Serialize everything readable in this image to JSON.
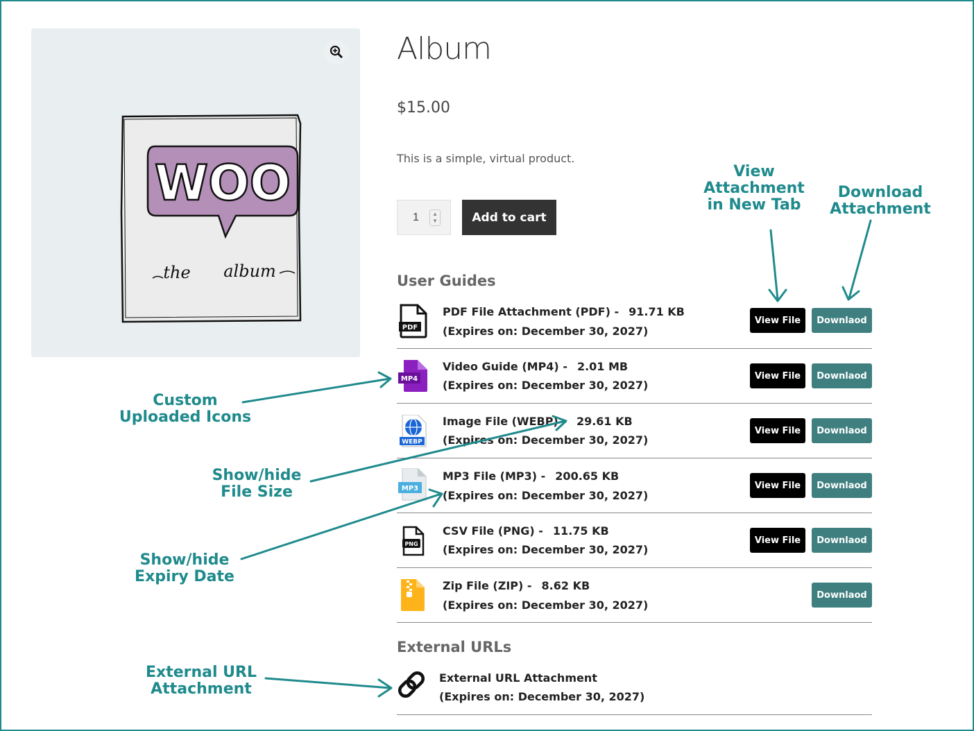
{
  "product": {
    "title": "Album",
    "price": "$15.00",
    "description": "This is a simple, virtual product.",
    "quantity": "1",
    "add_to_cart_label": "Add to cart",
    "image_text_main": "WOO",
    "image_text_left": "the",
    "image_text_right": "album"
  },
  "sections": {
    "user_guides": "User Guides",
    "external_urls": "External URLs"
  },
  "buttons": {
    "view": "View File",
    "download": "Downlaod"
  },
  "files": [
    {
      "name": "PDF File Attachment (PDF) -",
      "size": "91.71 KB",
      "expiry": "(Expires on: December 30, 2027)",
      "icon": "pdf-file-icon",
      "icon_label": "PDF",
      "has_view": true
    },
    {
      "name": "Video Guide (MP4) -",
      "size": "2.01 MB",
      "expiry": "(Expires on: December 30, 2027)",
      "icon": "mp4-file-icon",
      "icon_label": "MP4",
      "has_view": true
    },
    {
      "name": "Image File (WEBP) -",
      "size": "29.61 KB",
      "expiry": "(Expires on: December 30, 2027)",
      "icon": "webp-file-icon",
      "icon_label": "WEBP",
      "has_view": true
    },
    {
      "name": "MP3 File (MP3) -",
      "size": "200.65 KB",
      "expiry": "(Expires on: December 30, 2027)",
      "icon": "mp3-file-icon",
      "icon_label": "MP3",
      "has_view": true
    },
    {
      "name": "CSV File (PNG) -",
      "size": "11.75 KB",
      "expiry": "(Expires on: December 30, 2027)",
      "icon": "png-file-icon",
      "icon_label": "PNG",
      "has_view": true
    },
    {
      "name": "Zip File (ZIP) -",
      "size": "8.62 KB",
      "expiry": "(Expires on: December 30, 2027)",
      "icon": "zip-file-icon",
      "icon_label": "",
      "has_view": false
    }
  ],
  "external": {
    "name": "External URL Attachment",
    "expiry": "(Expires on: December 30, 2027)",
    "icon": "link-icon"
  },
  "annotations": {
    "view_line1": "View",
    "view_line2": "Attachment",
    "view_line3": "in New Tab",
    "download_line1": "Download",
    "download_line2": "Attachment",
    "custom_line1": "Custom",
    "custom_line2": "Uploaded Icons",
    "filesize_line1": "Show/hide",
    "filesize_line2": "File Size",
    "expiry_line1": "Show/hide",
    "expiry_line2": "Expiry Date",
    "external_line1": "External URL",
    "external_line2": "Attachment"
  },
  "colors": {
    "accent": "#1f8a8c",
    "download_button": "#3f7f80",
    "view_button": "#000000",
    "cart_button": "#333333"
  }
}
